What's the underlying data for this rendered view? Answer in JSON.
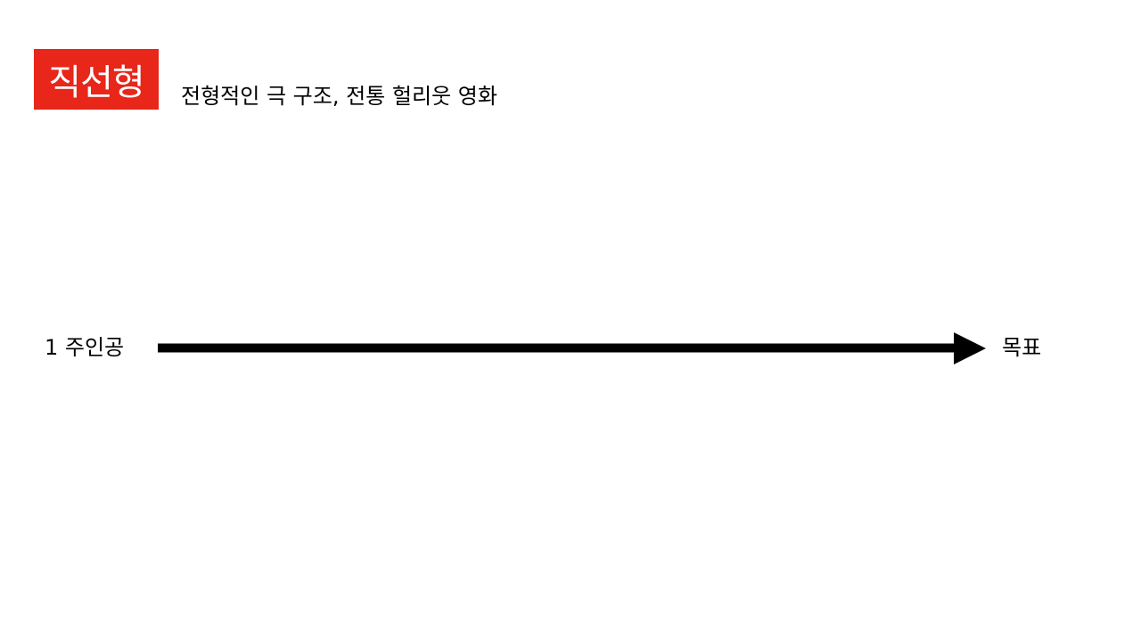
{
  "slide": {
    "title": "직선형",
    "subtitle": "전형적인 극 구조, 전통 헐리웃 영화",
    "title_bg_color": "#e8261a"
  },
  "diagram": {
    "start_label": "1 주인공",
    "end_label": "목표",
    "arrow_direction": "right",
    "arrow_color": "#000000"
  }
}
